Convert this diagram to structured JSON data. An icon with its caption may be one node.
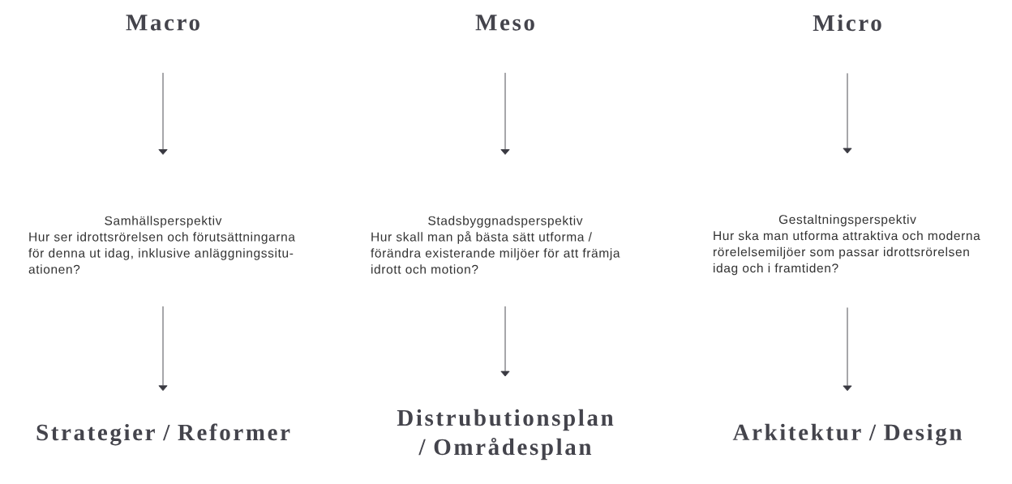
{
  "diagram": {
    "nodes": [
      {
        "text": [
          "Macro"
        ]
      },
      {
        "text": [
          "Meso"
        ]
      },
      {
        "text": [
          "Micro"
        ]
      },
      {
        "text": [
          "Samhällsperspektiv",
          "Hur ser idrottsrörelsen och förutsättningarna för denna ut idag, inklusive anläggningssitu-ationen?"
        ]
      },
      {
        "text": [
          "Stadsbyggnadsperspektiv",
          "Hur skall man på bästa sätt utforma / förändra existerande miljöer för att främja idrott och motion?"
        ]
      },
      {
        "text": [
          "Gestaltningsperspektiv",
          "Hur ska man utforma attraktiva och moderna rörelelsemiljöer som passar idrottsrörelsen idag och i framtiden?"
        ]
      },
      {
        "text": [
          "Strategier / Reformer"
        ]
      },
      {
        "text": [
          "Distrubutionsplan / Områdesplan"
        ]
      },
      {
        "text": [
          "Arkitektur / Design"
        ]
      }
    ],
    "edges": [
      {
        "from": 0,
        "to": 3,
        "arrow": "to"
      },
      {
        "from": 1,
        "to": 4,
        "arrow": "to"
      },
      {
        "from": 2,
        "to": 5,
        "arrow": "to"
      },
      {
        "from": 3,
        "to": 6,
        "arrow": "to"
      },
      {
        "from": 4,
        "to": 7,
        "arrow": "to"
      },
      {
        "from": 5,
        "to": 8,
        "arrow": "to"
      }
    ]
  }
}
